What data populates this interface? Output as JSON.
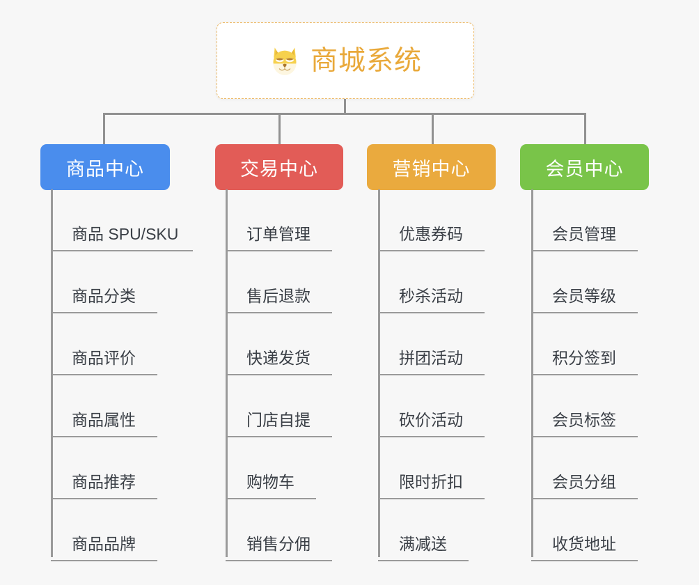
{
  "background_color": "#f7f7f7",
  "root": {
    "title": "商城系统",
    "icon": "shiba-dog-face-icon",
    "text_color": "#e9a93b",
    "border_color": "#edbb6a",
    "background_color": "#ffffff"
  },
  "connector_color": "#919191",
  "columns": [
    {
      "header": "商品中心",
      "color": "#4a8ded",
      "items": [
        "商品 SPU/SKU",
        "商品分类",
        "商品评价",
        "商品属性",
        "商品推荐",
        "商品品牌"
      ]
    },
    {
      "header": "交易中心",
      "color": "#e25c57",
      "items": [
        "订单管理",
        "售后退款",
        "快递发货",
        "门店自提",
        "购物车",
        "销售分佣"
      ]
    },
    {
      "header": "营销中心",
      "color": "#eaaa3e",
      "items": [
        "优惠券码",
        "秒杀活动",
        "拼团活动",
        "砍价活动",
        "限时折扣",
        "满减送"
      ]
    },
    {
      "header": "会员中心",
      "color": "#79c449",
      "items": [
        "会员管理",
        "会员等级",
        "积分签到",
        "会员标签",
        "会员分组",
        "收货地址"
      ]
    }
  ]
}
